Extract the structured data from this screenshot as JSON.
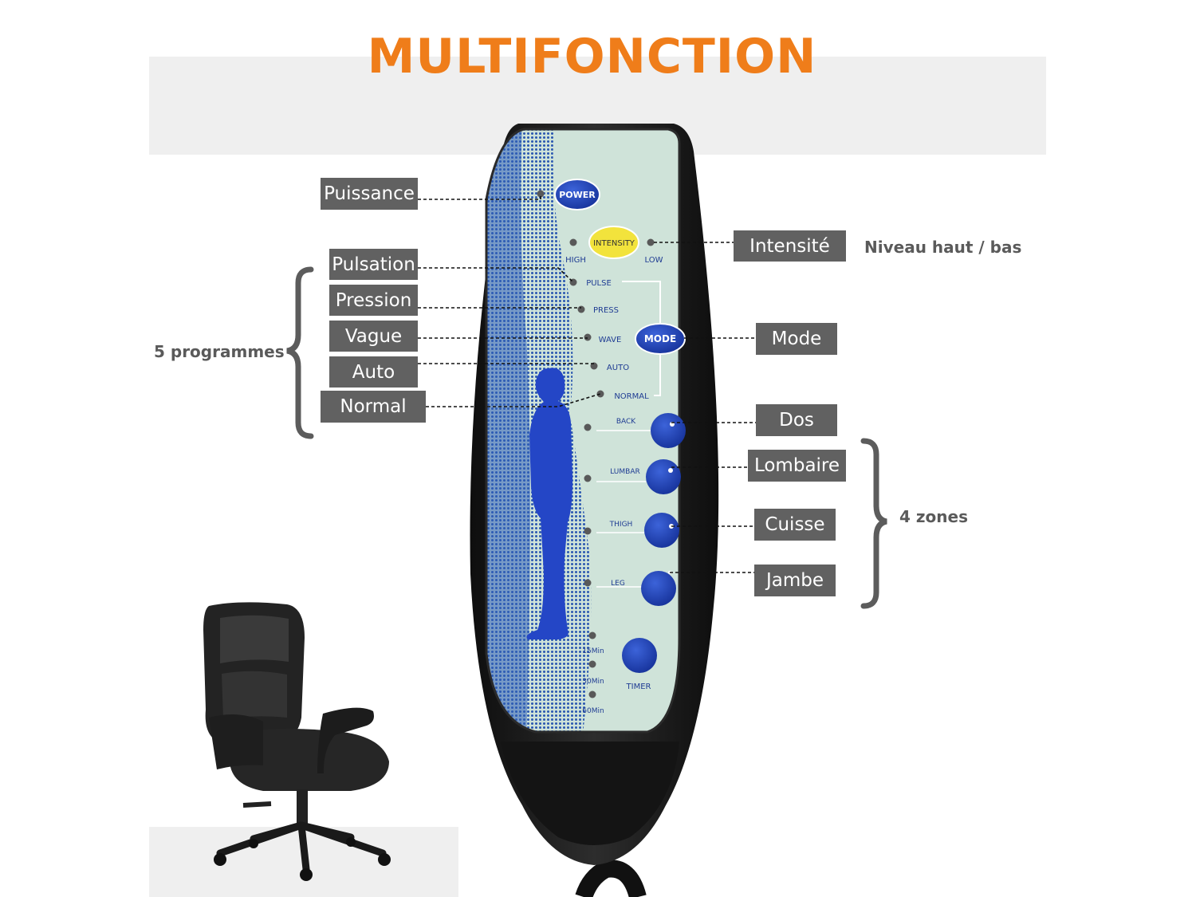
{
  "title": "MULTIFONCTION",
  "labels": {
    "power": "Puissance",
    "intensity": "Intensité",
    "intensity_note": "Niveau haut / bas",
    "pulse": "Pulsation",
    "press": "Pression",
    "wave": "Vague",
    "auto": "Auto",
    "normal": "Normal",
    "mode": "Mode",
    "back": "Dos",
    "lumbar": "Lombaire",
    "thigh": "Cuisse",
    "leg": "Jambe"
  },
  "groups": {
    "programs": "5 programmes",
    "zones": "4 zones"
  },
  "remote": {
    "power": "POWER",
    "intensity": "INTENSITY",
    "high": "HIGH",
    "low": "LOW",
    "pulse": "PULSE",
    "press": "PRESS",
    "wave": "WAVE",
    "auto": "AUTO",
    "normal": "NORMAL",
    "mode": "MODE",
    "back": "BACK",
    "lumbar": "LUMBAR",
    "thigh": "THIGH",
    "leg": "LEG",
    "t15": "15Min",
    "t30": "30Min",
    "t60": "60Min",
    "timer": "TIMER"
  },
  "colors": {
    "accent": "#ef7d1a",
    "label_bg": "#616161",
    "button_blue": "#1e3fb0",
    "intensity_yellow": "#f2e33c",
    "panel_green": "#cde3d8",
    "panel_blue": "#2f5fb8",
    "remote_body": "#1b1b1b"
  }
}
